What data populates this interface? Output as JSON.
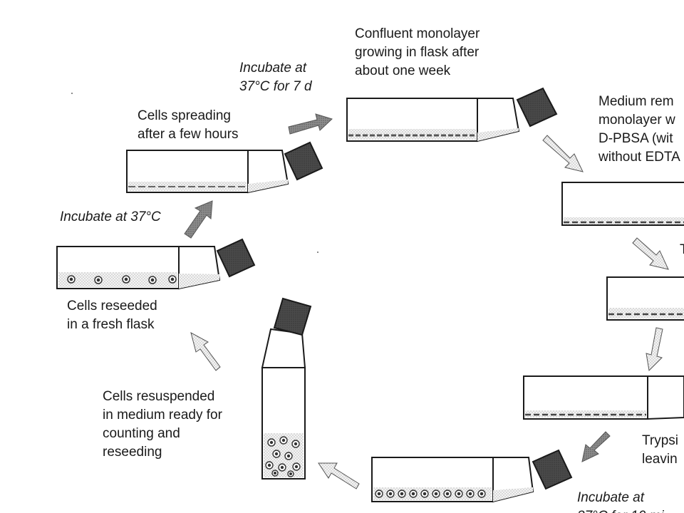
{
  "labels": {
    "confluent": "Confluent monolayer\ngrowing in flask after\nabout one week",
    "incubate_7d": "Incubate at\n37°C for 7 d",
    "spreading": "Cells spreading\nafter a few hours",
    "incubate_37": "Incubate at 37°C",
    "reseeded": "Cells reseeded\nin a fresh flask",
    "resuspended": "Cells resuspended\nin medium ready for\ncounting and\nreseeding",
    "medium_removed": "Medium rem\nmonolayer w\nD-PBSA (wit\nwithout EDTA",
    "trypsin": "Trypsi\nleavin",
    "incubate_bottom": "Incubate at\n37°C for 10 mi",
    "edge_t": "T"
  },
  "colors": {
    "ink": "#1a1a1a",
    "cap": "#4a4a4a",
    "layer": "#9a9a9a",
    "arrow_dark": "#8c8c8c",
    "arrow_light": "#eeeeee"
  }
}
